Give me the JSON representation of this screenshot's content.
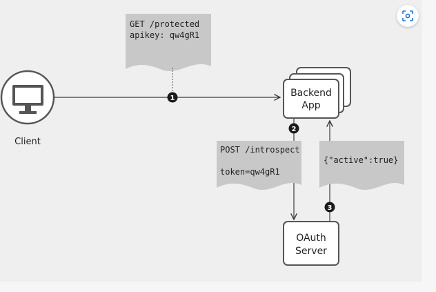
{
  "client": {
    "label": "Client"
  },
  "backend": {
    "line1": "Backend",
    "line2": "App"
  },
  "oauth": {
    "line1": "OAuth",
    "line2": "Server"
  },
  "note_request": {
    "line1": "GET /protected",
    "line2": "apikey: qw4gR1"
  },
  "note_introspect": {
    "line1": "POST /introspect",
    "line2": "token=qw4gR1"
  },
  "note_response": {
    "line1": "{\"active\":true}"
  },
  "steps": {
    "one": "1",
    "two": "2",
    "three": "3"
  },
  "icons": {
    "lens": "visual-search-icon",
    "monitor": "computer-monitor-icon"
  },
  "colors": {
    "panel": "#efefef",
    "note": "#c8c8c8",
    "stroke": "#3a3a3a",
    "marker": "#1a1a1a"
  }
}
